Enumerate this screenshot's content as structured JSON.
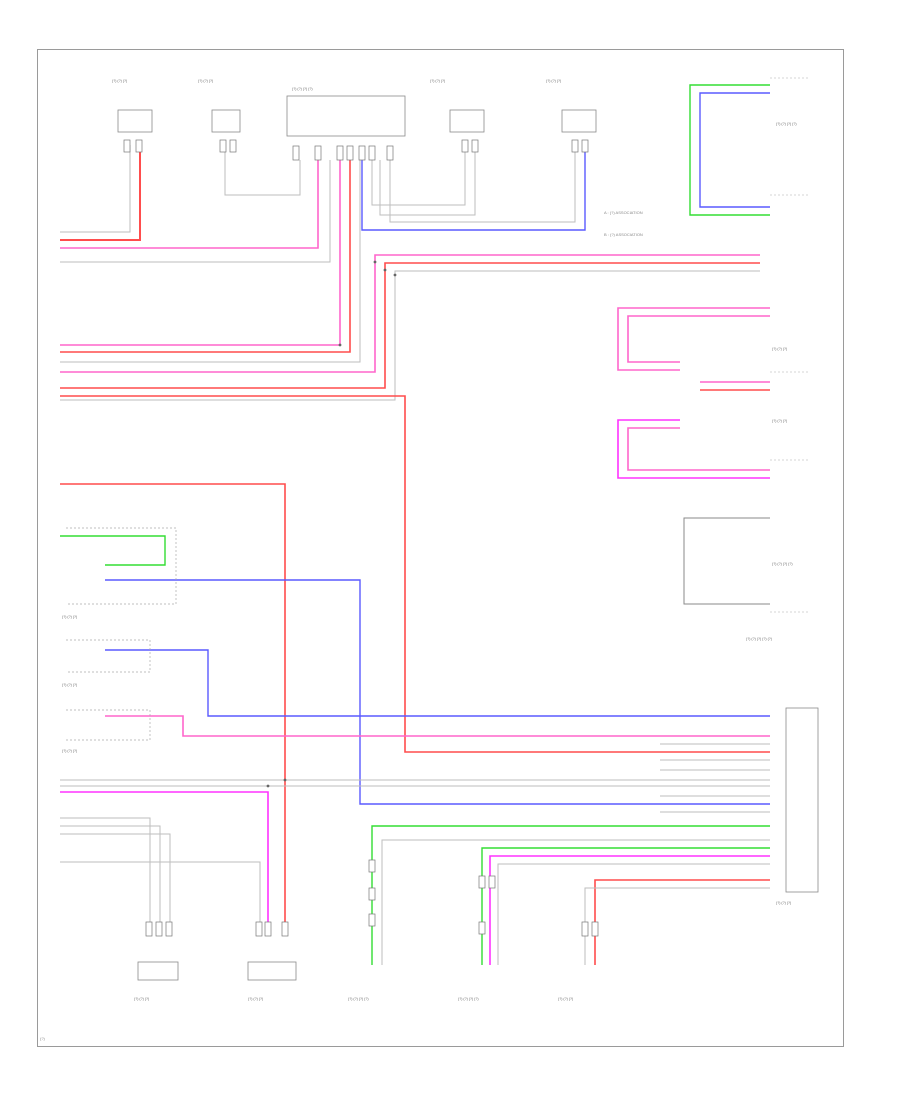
{
  "diagram": {
    "legend": [
      "A : (?) ASSOCIATION",
      "B : (?) ASSOCIATION"
    ],
    "corner_code": "(?)",
    "colors": {
      "red": "#ff4d4d",
      "pink": "#ff66cc",
      "magenta": "#ff33ff",
      "blue": "#5a5aff",
      "green": "#33dd33",
      "gray": "#b8b8b8",
      "purple": "#9966ff"
    },
    "top_components": [
      {
        "id": "c1",
        "label": "(?) (?) (?)"
      },
      {
        "id": "c2",
        "label": "(?) (?) (?)"
      },
      {
        "id": "c3",
        "label": "(?) (?) (?) (?)"
      },
      {
        "id": "c4",
        "label": "(?) (?) (?)"
      },
      {
        "id": "c5",
        "label": "(?) (?) (?)"
      }
    ],
    "right_components": [
      {
        "id": "r1",
        "label": "(?) (?) (?) (?)"
      },
      {
        "id": "r2",
        "label": "(?) (?) (?)"
      },
      {
        "id": "r3",
        "label": "(?) (?) (?)"
      },
      {
        "id": "r4",
        "label": "(?) (?) (?) (?)"
      },
      {
        "id": "r5",
        "label": "(?) (?) (?) (?) (?)"
      }
    ],
    "left_components": [
      {
        "id": "l1",
        "label": "(?) (?) (?)"
      },
      {
        "id": "l2",
        "label": "(?) (?) (?)"
      },
      {
        "id": "l3",
        "label": "(?) (?) (?)"
      }
    ],
    "bottom_components": [
      {
        "id": "b1",
        "label": "(?) (?) (?)"
      },
      {
        "id": "b2",
        "label": "(?) (?) (?)"
      },
      {
        "id": "b3",
        "label": "(?) (?) (?) (?)"
      },
      {
        "id": "b4",
        "label": "(?) (?) (?) (?)"
      },
      {
        "id": "b5",
        "label": "(?) (?) (?)"
      }
    ],
    "main_unit": {
      "label": "(?) (?) (?)"
    }
  }
}
